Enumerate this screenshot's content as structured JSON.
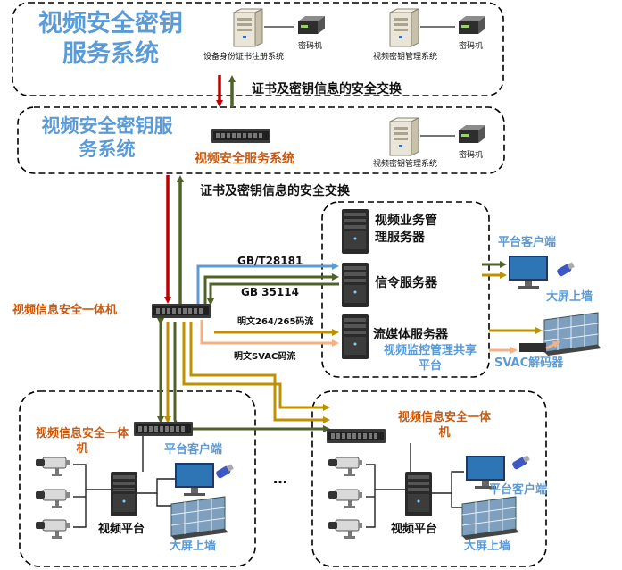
{
  "top_system": {
    "title": "视频安全密钥服务系统",
    "server1_caption": "设备身份证书注册系统",
    "server1_keymachine": "密码机",
    "server2_caption": "视频密钥管理系统",
    "server2_keymachine": "密码机"
  },
  "exchange_1": "证书及密钥信息的安全交换",
  "mid_system": {
    "title": "视频安全密钥服务系统",
    "service_label": "视频安全服务系统",
    "server_caption": "视频密钥管理系统",
    "keymachine": "密码机"
  },
  "exchange_2": "证书及密钥信息的安全交换",
  "platform": {
    "biz_server": "视频业务管理服务器",
    "signal_server": "信令服务器",
    "media_server": "流媒体服务器",
    "shared_platform": "视频监控管理共享平台"
  },
  "protocols": {
    "gb28181": "GB/T28181",
    "gb35114": "GB 35114",
    "plain264": "明文264/265码流",
    "svac": "明文SVAC码流"
  },
  "right_side": {
    "client": "平台客户端",
    "wall": "大屏上墙",
    "decoder": "SVAC解码器"
  },
  "center_device": "视频信息安全一体机",
  "left_site": {
    "device": "视频信息安全一体机",
    "client": "平台客户端",
    "platform": "视频平台",
    "wall": "大屏上墙"
  },
  "right_site": {
    "device": "视频信息安全一体机",
    "client": "平台客户端",
    "platform": "视频平台",
    "wall": "大屏上墙"
  },
  "ellipsis": "…",
  "colors": {
    "blue_title": "#5b9bd5",
    "orange_label": "#c55a11",
    "red_arrow": "#c00000",
    "green_arrow": "#4f6228",
    "blue_arrow": "#5b9bd5",
    "gold_arrow": "#bf9000",
    "peach_arrow": "#f4b183"
  }
}
